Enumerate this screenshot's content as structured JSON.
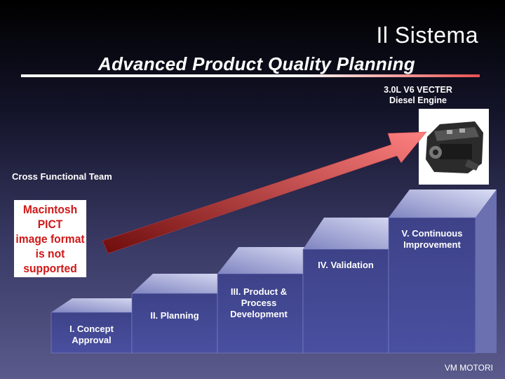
{
  "header": {
    "title": "Il Sistema",
    "subtitle": "Advanced Product Quality Planning"
  },
  "engine": {
    "label_line1": "3.0L V6 VECTER",
    "label_line2": "Diesel Engine",
    "image_icon": "engine-photo"
  },
  "team": {
    "label": "Cross Functional Team"
  },
  "placeholder": {
    "line1": "Macintosh PICT",
    "line2": "image format",
    "line3": "is not supported"
  },
  "steps": [
    {
      "line1": "I.  Concept",
      "line2": "Approval",
      "line3": ""
    },
    {
      "line1": "II.  Planning",
      "line2": "",
      "line3": ""
    },
    {
      "line1": "III.  Product &",
      "line2": "Process",
      "line3": "Development"
    },
    {
      "line1": "IV.  Validation",
      "line2": "",
      "line3": ""
    },
    {
      "line1": "V.  Continuous",
      "line2": "Improvement",
      "line3": ""
    }
  ],
  "footer": {
    "brand": "VM MOTORI"
  },
  "colors": {
    "arrow_start": "#7a1010",
    "arrow_end": "#ff7a7a",
    "step_front": "#3a3f80",
    "step_top": "#b8bce0",
    "step_side": "#2a2e60"
  }
}
